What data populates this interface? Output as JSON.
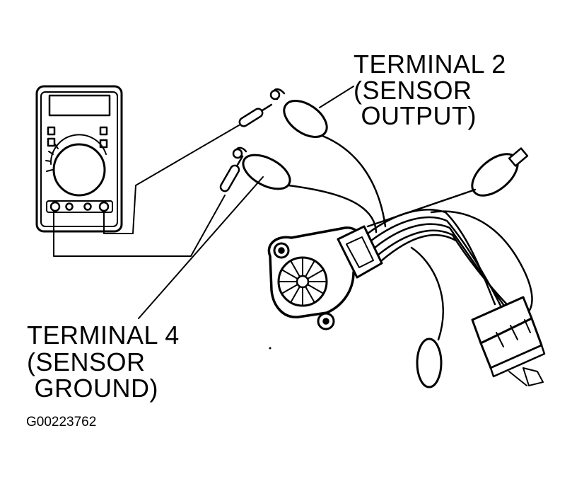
{
  "labels": {
    "terminal2": [
      "TERMINAL 2",
      "(SENSOR",
      " OUTPUT)"
    ],
    "terminal4": [
      "TERMINAL 4",
      "(SENSOR",
      " GROUND)"
    ],
    "figure_id": "G00223762"
  },
  "colors": {
    "ink": "#000000",
    "paper": "#ffffff"
  }
}
